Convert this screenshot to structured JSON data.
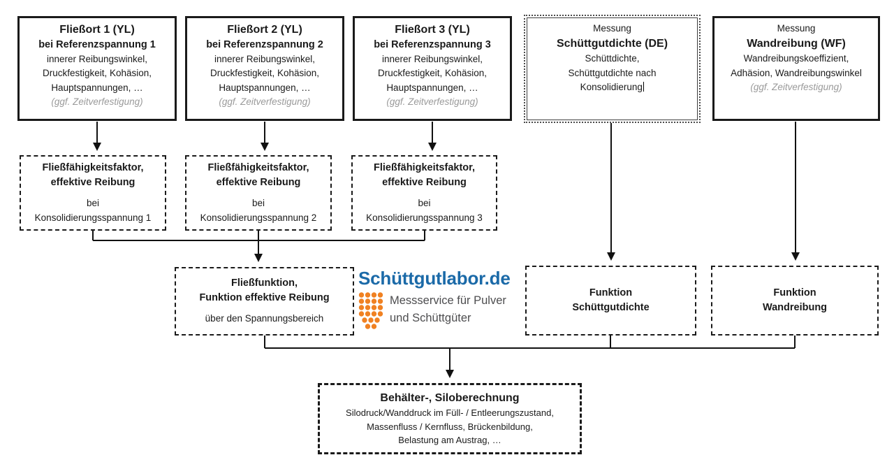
{
  "colors": {
    "border": "#1a1a1a",
    "note_gray": "#9a9a9a",
    "logo_blue": "#1b6aa8",
    "logo_orange": "#f08122",
    "tagline_gray": "#4d4d4f"
  },
  "top_row": [
    {
      "title": "Fließort 1 (YL)",
      "subtitle": "bei Referenzspannung 1",
      "lines": [
        "innerer Reibungswinkel,",
        "Druckfestigkeit, Kohäsion,",
        "Hauptspannungen, …"
      ],
      "note": "(ggf. Zeitverfestigung)"
    },
    {
      "title": "Fließort 2 (YL)",
      "subtitle": "bei Referenzspannung 2",
      "lines": [
        "innerer Reibungswinkel,",
        "Druckfestigkeit, Kohäsion,",
        "Hauptspannungen, …"
      ],
      "note": "(ggf. Zeitverfestigung)"
    },
    {
      "title": "Fließort 3 (YL)",
      "subtitle": "bei Referenzspannung 3",
      "lines": [
        "innerer Reibungswinkel,",
        "Druckfestigkeit, Kohäsion,",
        "Hauptspannungen, …"
      ],
      "note": "(ggf. Zeitverfestigung)"
    },
    {
      "pre": "Messung",
      "title": "Schüttgutdichte (DE)",
      "lines": [
        "Schüttdichte,",
        "Schüttgutdichte nach",
        "Konsolidierung"
      ]
    },
    {
      "pre": "Messung",
      "title": "Wandreibung (WF)",
      "lines": [
        "Wandreibungskoeffizient,",
        "Adhäsion, Wandreibungswinkel"
      ],
      "note": "(ggf. Zeitverfestigung)"
    }
  ],
  "row2": [
    {
      "title1": "Fließfähigkeitsfaktor,",
      "title2": "effektive Reibung",
      "line1": "bei",
      "line2": "Konsolidierungsspannung 1"
    },
    {
      "title1": "Fließfähigkeitsfaktor,",
      "title2": "effektive Reibung",
      "line1": "bei",
      "line2": "Konsolidierungsspannung 2"
    },
    {
      "title1": "Fließfähigkeitsfaktor,",
      "title2": "effektive Reibung",
      "line1": "bei",
      "line2": "Konsolidierungsspannung 3"
    }
  ],
  "row3": {
    "fliessfunktion": {
      "title1": "Fließfunktion,",
      "title2": "Funktion effektive Reibung",
      "line": "über den Spannungsbereich"
    },
    "funktion_schuettgutdichte": {
      "title1": "Funktion",
      "title2": "Schüttgutdichte"
    },
    "funktion_wandreibung": {
      "title1": "Funktion",
      "title2": "Wandreibung"
    }
  },
  "bottom": {
    "title": "Behälter-, Siloberechnung",
    "lines": [
      "Silodruck/Wanddruck im Füll- / Entleerungszustand,",
      "Massenfluss / Kernfluss, Brückenbildung,",
      "Belastung am Austrag, …"
    ]
  },
  "logo": {
    "name": "Schüttgutlabor.de",
    "tagline1": "Messservice für Pulver",
    "tagline2": "und Schüttgüter"
  }
}
